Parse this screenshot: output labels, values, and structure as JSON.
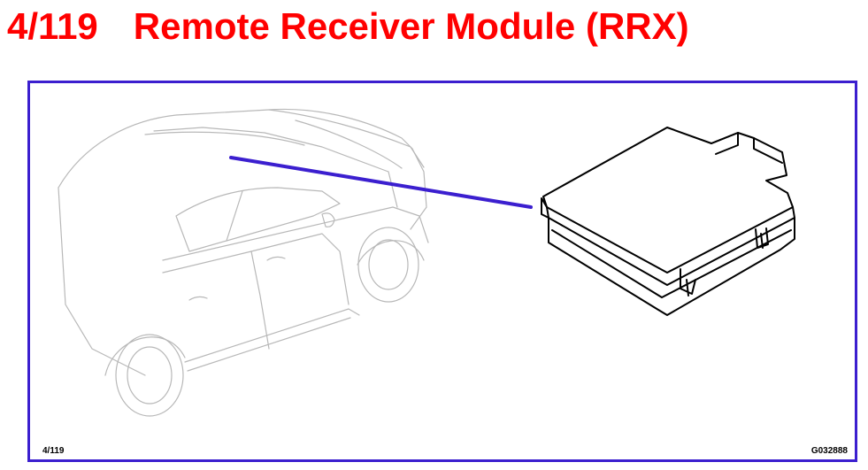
{
  "header": {
    "code": "4/119",
    "title": "Remote Receiver Module (RRX)"
  },
  "figure": {
    "ref_left": "4/119",
    "ref_right": "G032888",
    "colors": {
      "title": "#ff0000",
      "frame": "#3b1fcf",
      "leader": "#3b1fcf",
      "car_line": "#b8b8b8",
      "module_line": "#000000"
    }
  }
}
